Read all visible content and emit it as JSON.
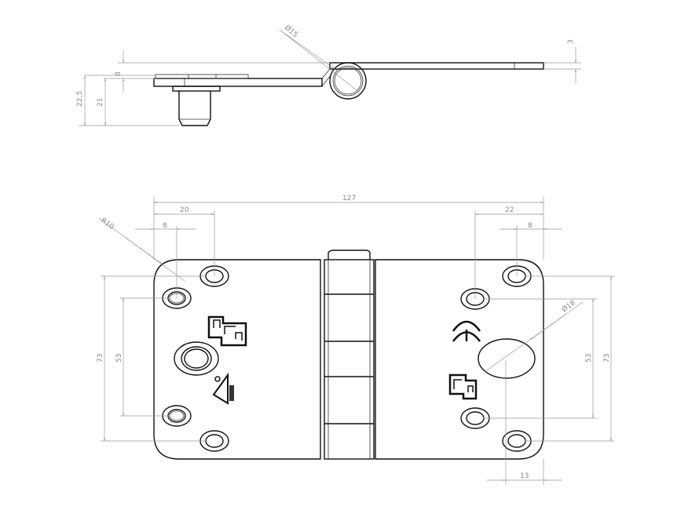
{
  "side_view": {
    "dims": {
      "diameter": "Ø15",
      "height_total": "22,5",
      "height_stem": "21",
      "offset": "8",
      "thickness": "3"
    }
  },
  "front_view": {
    "dims": {
      "width": "127",
      "left_hole_x1": "20",
      "left_hole_x2": "8",
      "right_hole_x1": "22",
      "right_hole_x2": "8",
      "radius": "R10",
      "left_outer": "73",
      "left_inner": "53",
      "right_inner": "53",
      "right_outer": "73",
      "big_hole_diameter": "Ø18",
      "big_hole_x": "13"
    }
  }
}
